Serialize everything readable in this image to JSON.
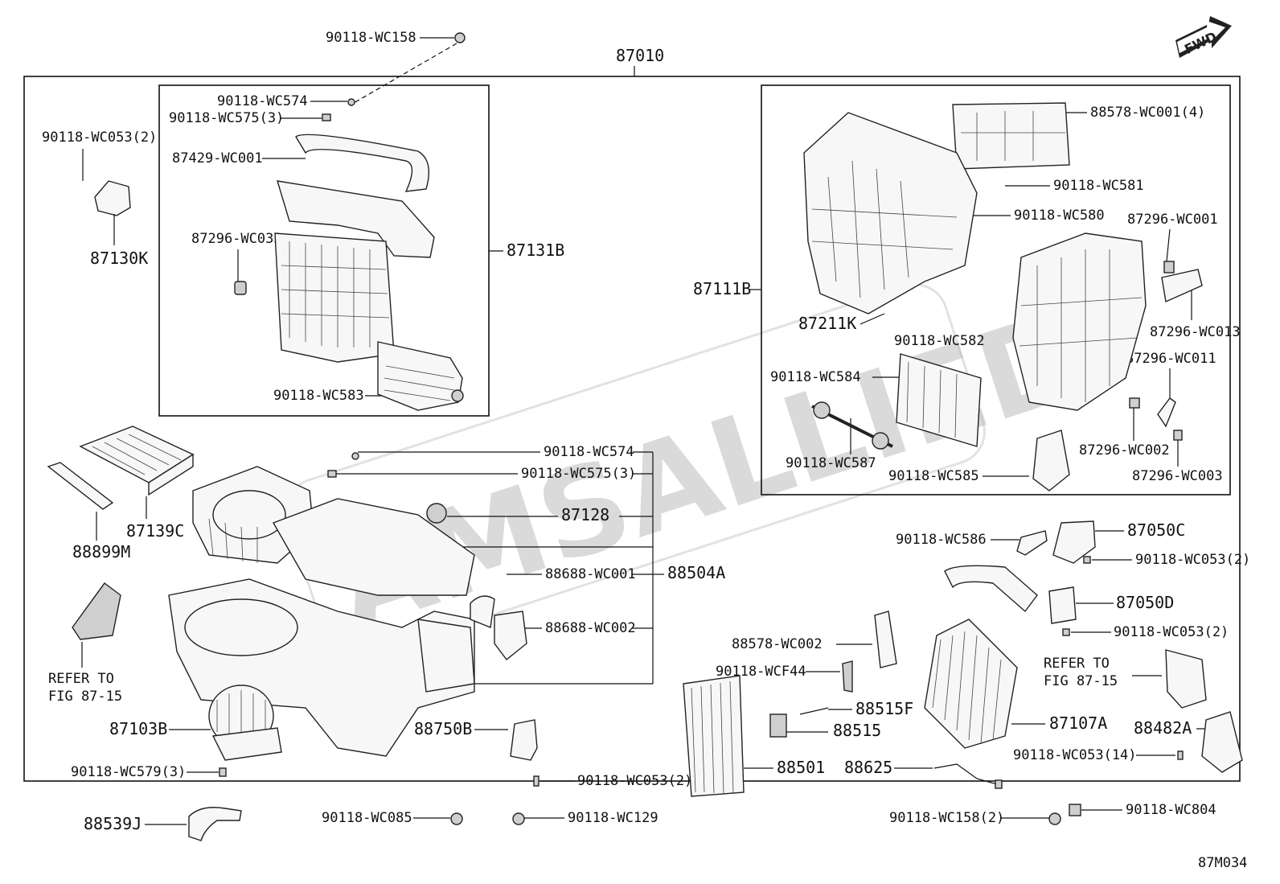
{
  "watermark": "AMSALLIED",
  "fwd_badge": "FWD",
  "drawing_code": "87M034",
  "main_assembly": "87010",
  "labels": {
    "l_wc158_top": "90118-WC158",
    "l_wc574_a": "90118-WC574",
    "l_wc575_a": "90118-WC575(3)",
    "l_wc053_2_a": "90118-WC053(2)",
    "l_87429": "87429-WC001",
    "l_87296_033": "87296-WC033",
    "l_87131b": "87131B",
    "l_87130k": "87130K",
    "l_wc583": "90118-WC583",
    "l_88578_wc001": "88578-WC001(4)",
    "l_wc581": "90118-WC581",
    "l_wc580": "90118-WC580",
    "l_87296_wc001": "87296-WC001",
    "l_87111b": "87111B",
    "l_87211k": "87211K",
    "l_wc582": "90118-WC582",
    "l_87296_wc013": "87296-WC013",
    "l_87296_wc011": "87296-WC011",
    "l_wc584": "90118-WC584",
    "l_wc587": "90118-WC587",
    "l_wc585": "90118-WC585",
    "l_87296_wc002": "87296-WC002",
    "l_87296_wc003": "87296-WC003",
    "l_wc574_b": "90118-WC574",
    "l_wc575_b": "90118-WC575(3)",
    "l_87128": "87128",
    "l_88688_001": "88688-WC001",
    "l_88504a": "88504A",
    "l_88688_002": "88688-WC002",
    "l_87139c": "87139C",
    "l_88899m": "88899M",
    "l_refer_1": "REFER TO",
    "l_refer_1b": "FIG 87-15",
    "l_87103b": "87103B",
    "l_wc579": "90118-WC579(3)",
    "l_88750b": "88750B",
    "l_wc053_2_b": "90118-WC053(2)",
    "l_88539j": "88539J",
    "l_wc085": "90118-WC085",
    "l_wc129": "90118-WC129",
    "l_wc586": "90118-WC586",
    "l_87050c": "87050C",
    "l_wc053_2_c": "90118-WC053(2)",
    "l_87050d": "87050D",
    "l_wc053_2_d": "90118-WC053(2)",
    "l_88578_wc002": "88578-WC002",
    "l_wcf44": "90118-WCF44",
    "l_88515f": "88515F",
    "l_88515": "88515",
    "l_88501": "88501",
    "l_88625": "88625",
    "l_87107a": "87107A",
    "l_refer_2": "REFER TO",
    "l_refer_2b": "FIG 87-15",
    "l_88482a": "88482A",
    "l_wc053_14": "90118-WC053(14)",
    "l_wc158_2": "90118-WC158(2)",
    "l_wc804": "90118-WC804"
  }
}
